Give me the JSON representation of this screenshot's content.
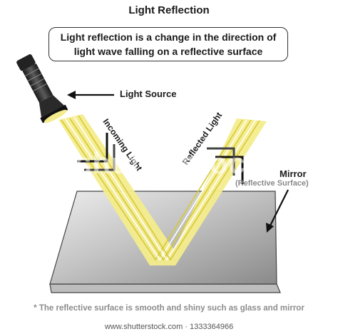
{
  "title": "Light Reflection",
  "definition": {
    "line1": "Light reflection is a change in the direction of",
    "line2": "light wave falling on a reflective surface"
  },
  "labels": {
    "light_source": "Light Source",
    "incoming_light": "Incoming Light",
    "reflected_light": "Reflected Light",
    "mirror": "Mirror",
    "reflective_surface": "(Reflective Surface)"
  },
  "footnote": "* The reflective surface is smooth and shiny such as glass and mirror",
  "watermark": "shutterstock",
  "credit": "www.shutterstock.com · 1333364966",
  "colors": {
    "beam_fill": "#f4ec8c",
    "beam_lines": "#d6c93a",
    "mirror_light": "#e6e6e6",
    "mirror_dark": "#8e8e8e",
    "text": "#1a1a1a",
    "muted": "#8c8c8c"
  }
}
